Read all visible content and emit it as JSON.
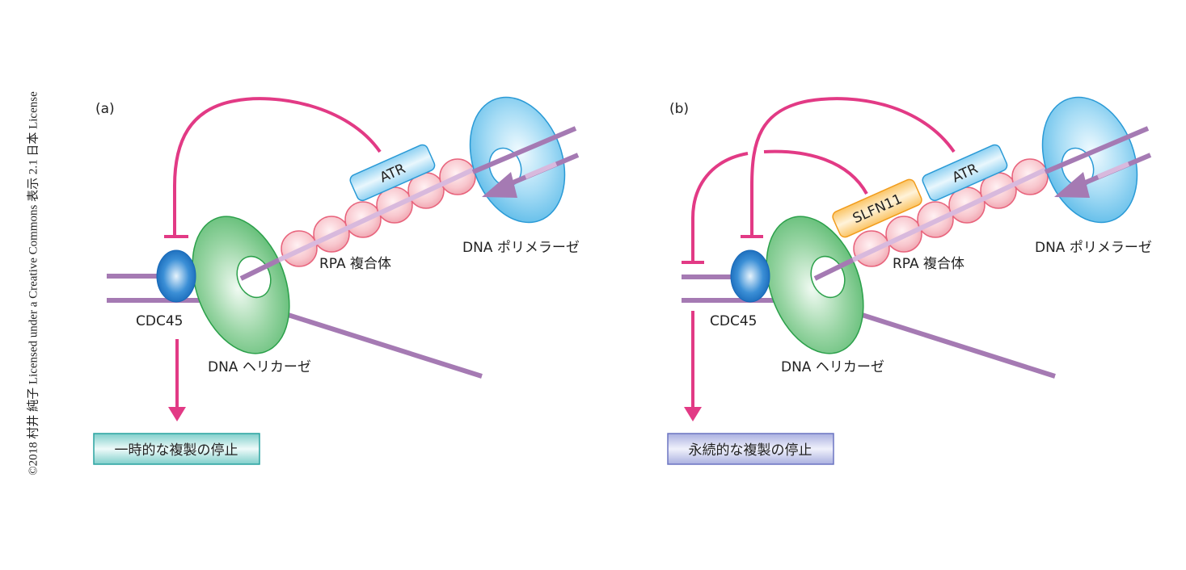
{
  "copyright": "©2018 村井 純子 Licensed under a Creative Commons 表示 2.1 日本 License",
  "colors": {
    "inhibition_line": "#e23a85",
    "dna_strand": "#a57ab3",
    "dna_strand_light": "#d8b9dd",
    "rpa_fill": "#f7c3cb",
    "rpa_stroke": "#e8637c",
    "atr_fill": "#a9dcf5",
    "atr_stroke": "#2a9ad6",
    "slfn11_fill": "#fbd488",
    "slfn11_stroke": "#f19c1c",
    "cdc45_fill": "#1f78c8",
    "helicase_fill": "#7cc88c",
    "helicase_stroke": "#2ba04a",
    "polymerase_fill": "#8fd1f2",
    "polymerase_stroke": "#2a9ad6",
    "outcome_a_fill": "#9fd9d6",
    "outcome_a_stroke": "#2aa3a0",
    "outcome_b_fill": "#b9bde6",
    "outcome_b_stroke": "#6c75c2"
  },
  "panels": [
    {
      "id": "a",
      "label": "(a)",
      "atr": "ATR",
      "rpa": "RPA 複合体",
      "polymerase": "DNA ポリメラーゼ",
      "cdc45": "CDC45",
      "helicase": "DNA ヘリカーゼ",
      "outcome": "一時的な複製の停止"
    },
    {
      "id": "b",
      "label": "(b)",
      "atr": "ATR",
      "slfn11": "SLFN11",
      "rpa": "RPA 複合体",
      "polymerase": "DNA ポリメラーゼ",
      "cdc45": "CDC45",
      "helicase": "DNA ヘリカーゼ",
      "outcome": "永続的な複製の停止"
    }
  ]
}
